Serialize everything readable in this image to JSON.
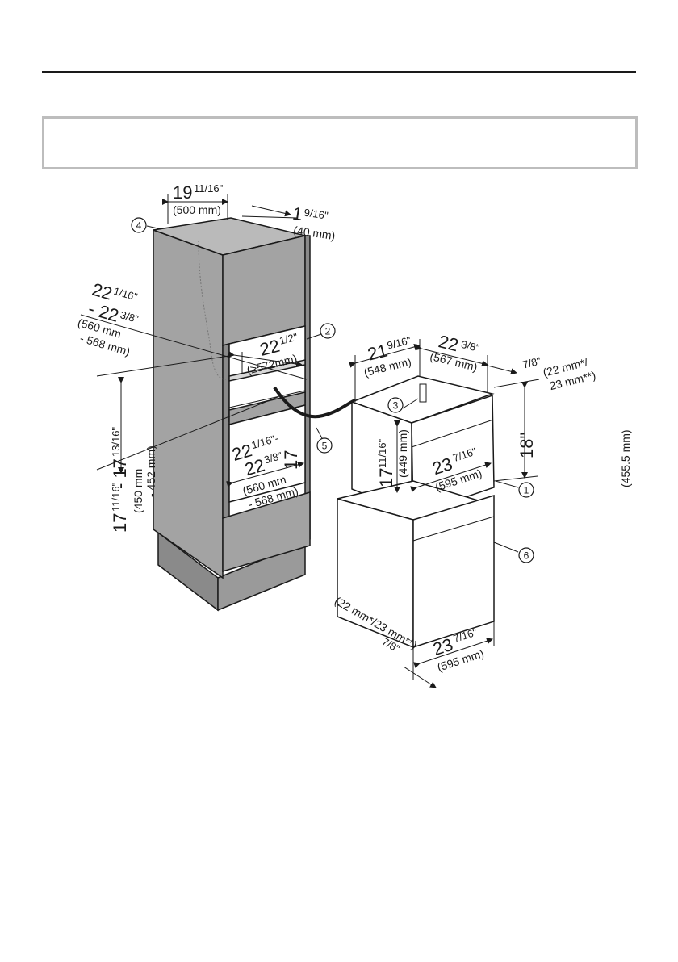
{
  "colors": {
    "cabinet": "#a3a3a3",
    "cabinet_dark": "#8a8a8a",
    "cabinet_light": "#bababa",
    "unit": "#c9c9c9",
    "outline": "#1a1a1a",
    "banner_border": "#bdbdbd"
  },
  "callouts": [
    "4",
    "2",
    "3",
    "5",
    "1",
    "6"
  ],
  "dims": {
    "top_width": {
      "whole": "19",
      "frac": "11/16\"",
      "mm": "(500 mm)"
    },
    "top_depth": {
      "whole": "1",
      "frac": "9/16\"",
      "mm": "(40 mm)"
    },
    "niche_depth": {
      "whole": "22",
      "frac": "1/16\"",
      "line2": "- 22",
      "frac2": "3/8\"",
      "mm": "(560 mm",
      "mm2": "- 568 mm)"
    },
    "shelf_width": {
      "whole": "22",
      "frac": "1/2\"",
      "mm": "(≥572mm)"
    },
    "niche_height": {
      "a": "17",
      "a_frac": "11/16\"",
      "b": "- 17",
      "b_frac": "13/16\"",
      "mm": "(450 mm",
      "mm2": "- 452 mm)"
    },
    "lower_niche": {
      "whole": "22",
      "frac": "1/16\"-",
      "line2": "22",
      "frac2": "3/8\"",
      "mm": "(560 mm",
      "mm2": "- 568 mm)"
    },
    "unit_depth": {
      "whole": "21",
      "frac": "9/16\"",
      "mm": "(548 mm)"
    },
    "unit_width_top": {
      "whole": "22",
      "frac": "3/8\"",
      "mm": "(567 mm)"
    },
    "front_offset": {
      "whole": "7/8\"",
      "mm": "(22 mm*/",
      "mm2": "23 mm**)"
    },
    "unit_height_inner": {
      "whole": "17",
      "frac": "11/16\"",
      "mm": "(449 mm)"
    },
    "unit_front_width": {
      "whole": "23",
      "frac": "7/16\"",
      "mm": "(595 mm)"
    },
    "unit_height": {
      "whole": "18\"",
      "mm": "(455.5 mm)"
    },
    "bottom_offset": {
      "whole": "7/8\"",
      "mm": "(22 mm*/23 mm**)"
    },
    "bottom_width": {
      "whole": "23",
      "frac": "7/16\"",
      "mm": "(595 mm)"
    }
  }
}
